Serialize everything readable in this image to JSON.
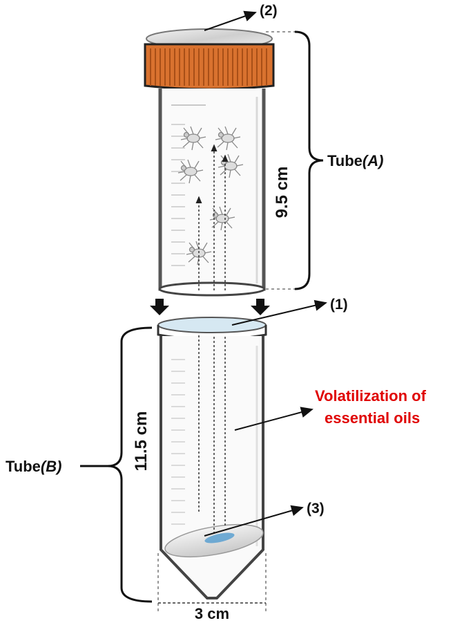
{
  "labels": {
    "callout_1": "(1)",
    "callout_2": "(2)",
    "callout_3": "(3)",
    "tube_a_prefix": "Tube",
    "tube_a_letter": "(A)",
    "tube_b_prefix": "Tube",
    "tube_b_letter": "(B)",
    "height_a": "9.5 cm",
    "height_b": "11.5 cm",
    "width": "3 cm",
    "volatilization_line1": "Volatilization of",
    "volatilization_line2": "essential oils"
  },
  "colors": {
    "cap": "#d9722f",
    "cap_dark": "#a84f17",
    "annotation_red": "#e00000",
    "oil_drop": "#5aa0d0"
  },
  "icons": [
    "tick-icon",
    "down-arrow-icon",
    "callout-arrow-icon",
    "bracket"
  ]
}
